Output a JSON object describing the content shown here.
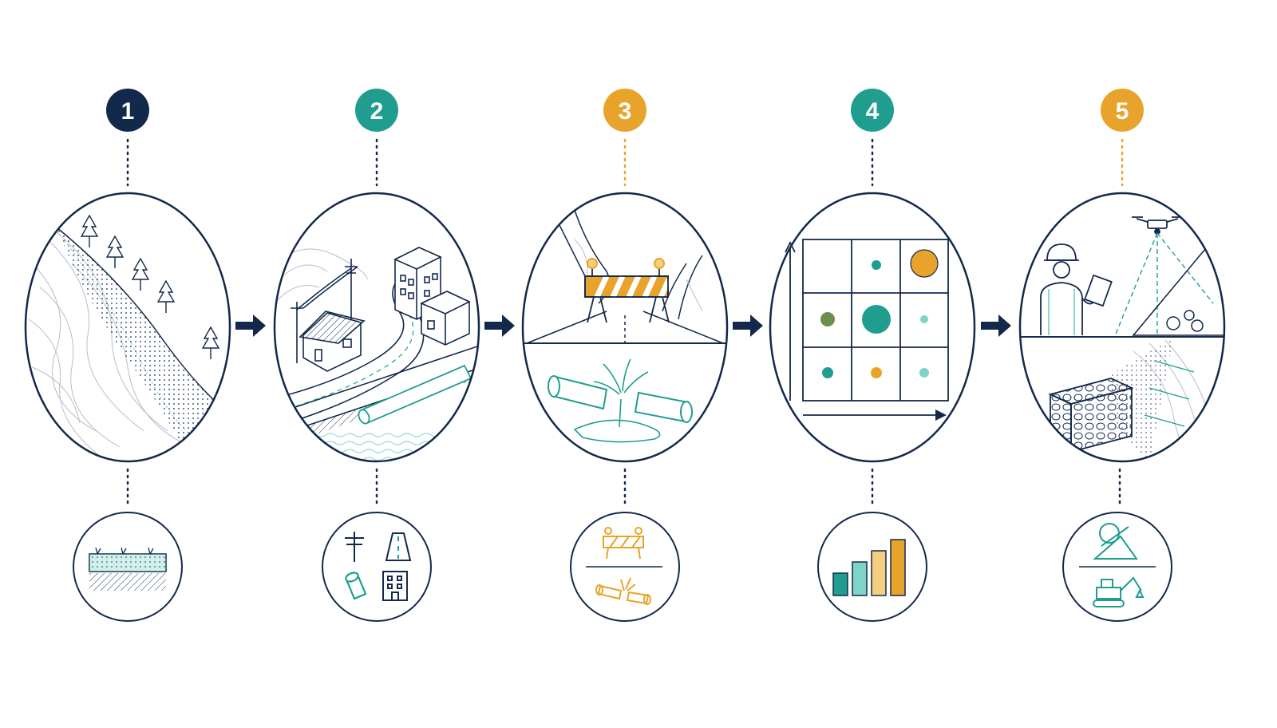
{
  "colors": {
    "navy": "#13294b",
    "teal": "#1f9e8f",
    "teal_light": "#7fd3c7",
    "amber": "#e8a42a",
    "amber_light": "#f3cf7e",
    "olive": "#6a8f4e",
    "sketch": "#9aa3ad"
  },
  "steps": [
    {
      "number": "1",
      "color": "navy",
      "scene_icon": "hillside-slope-icon",
      "summary_icon": "soil-layer-icon"
    },
    {
      "number": "2",
      "color": "teal",
      "scene_icon": "infrastructure-town-icon",
      "summary_icon": "infrastructure-assets-icon"
    },
    {
      "number": "3",
      "color": "amber",
      "scene_icon": "road-barrier-burst-pipe-icon",
      "summary_icon": "barrier-broken-pipe-icon"
    },
    {
      "number": "4",
      "color": "teal",
      "scene_icon": "risk-matrix-icon",
      "summary_icon": "bar-chart-icon"
    },
    {
      "number": "5",
      "color": "amber",
      "scene_icon": "inspection-mitigation-icon",
      "summary_icon": "rockfall-excavator-icon"
    }
  ],
  "connector_icon": "arrow-right-icon",
  "chart_data": {
    "type": "bar",
    "categories": [
      "",
      "",
      "",
      ""
    ],
    "values": [
      2,
      3,
      4,
      5
    ],
    "ylim": [
      0,
      5
    ],
    "colors": [
      "#1f9e8f",
      "#7fd3c7",
      "#f3cf7e",
      "#e8a42a"
    ]
  }
}
